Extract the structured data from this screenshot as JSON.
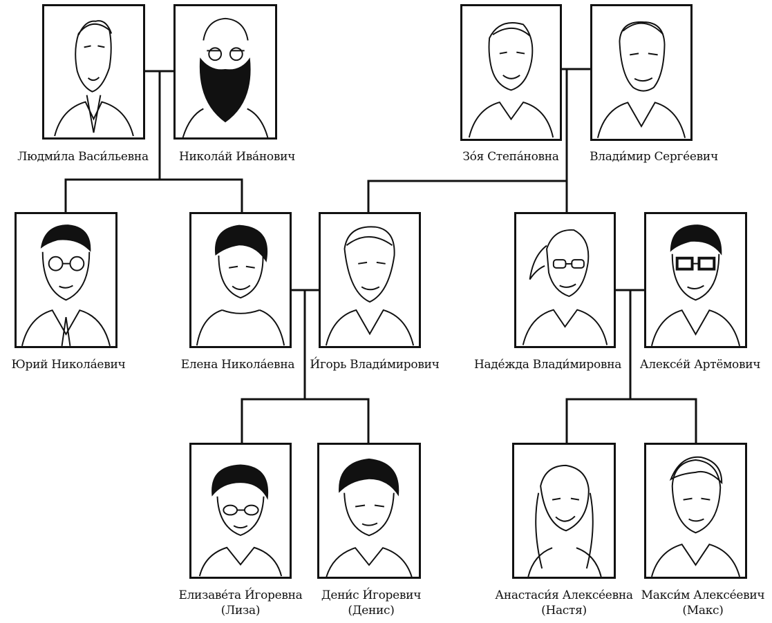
{
  "people": {
    "lyudmila": {
      "name": "Людми́ла Васи́льевна"
    },
    "nikolai": {
      "name": "Никола́й  Ива́нович"
    },
    "zoya": {
      "name": "Зо́я Степа́новна"
    },
    "vladimir": {
      "name": "Влади́мир Серге́евич"
    },
    "yuri": {
      "name": "Юрий Никола́евич"
    },
    "elena": {
      "name": "Елена Никола́евна"
    },
    "igor": {
      "name": "И́горь Влади́мирович"
    },
    "nadezhda": {
      "name": "Наде́жда Влади́мировна"
    },
    "aleksei": {
      "name": "Алексе́й Артёмович"
    },
    "elizaveta": {
      "name": "Елизаве́та И́горевна",
      "nickname": "(Лиза)"
    },
    "denis": {
      "name": "Дени́с И́горевич",
      "nickname": "(Денис)"
    },
    "anastasia": {
      "name": "Анастаси́я Алексе́евна",
      "nickname": "(Настя)"
    },
    "maksim": {
      "name": "Макси́м Алексе́евич",
      "nickname": "(Макс)"
    }
  }
}
